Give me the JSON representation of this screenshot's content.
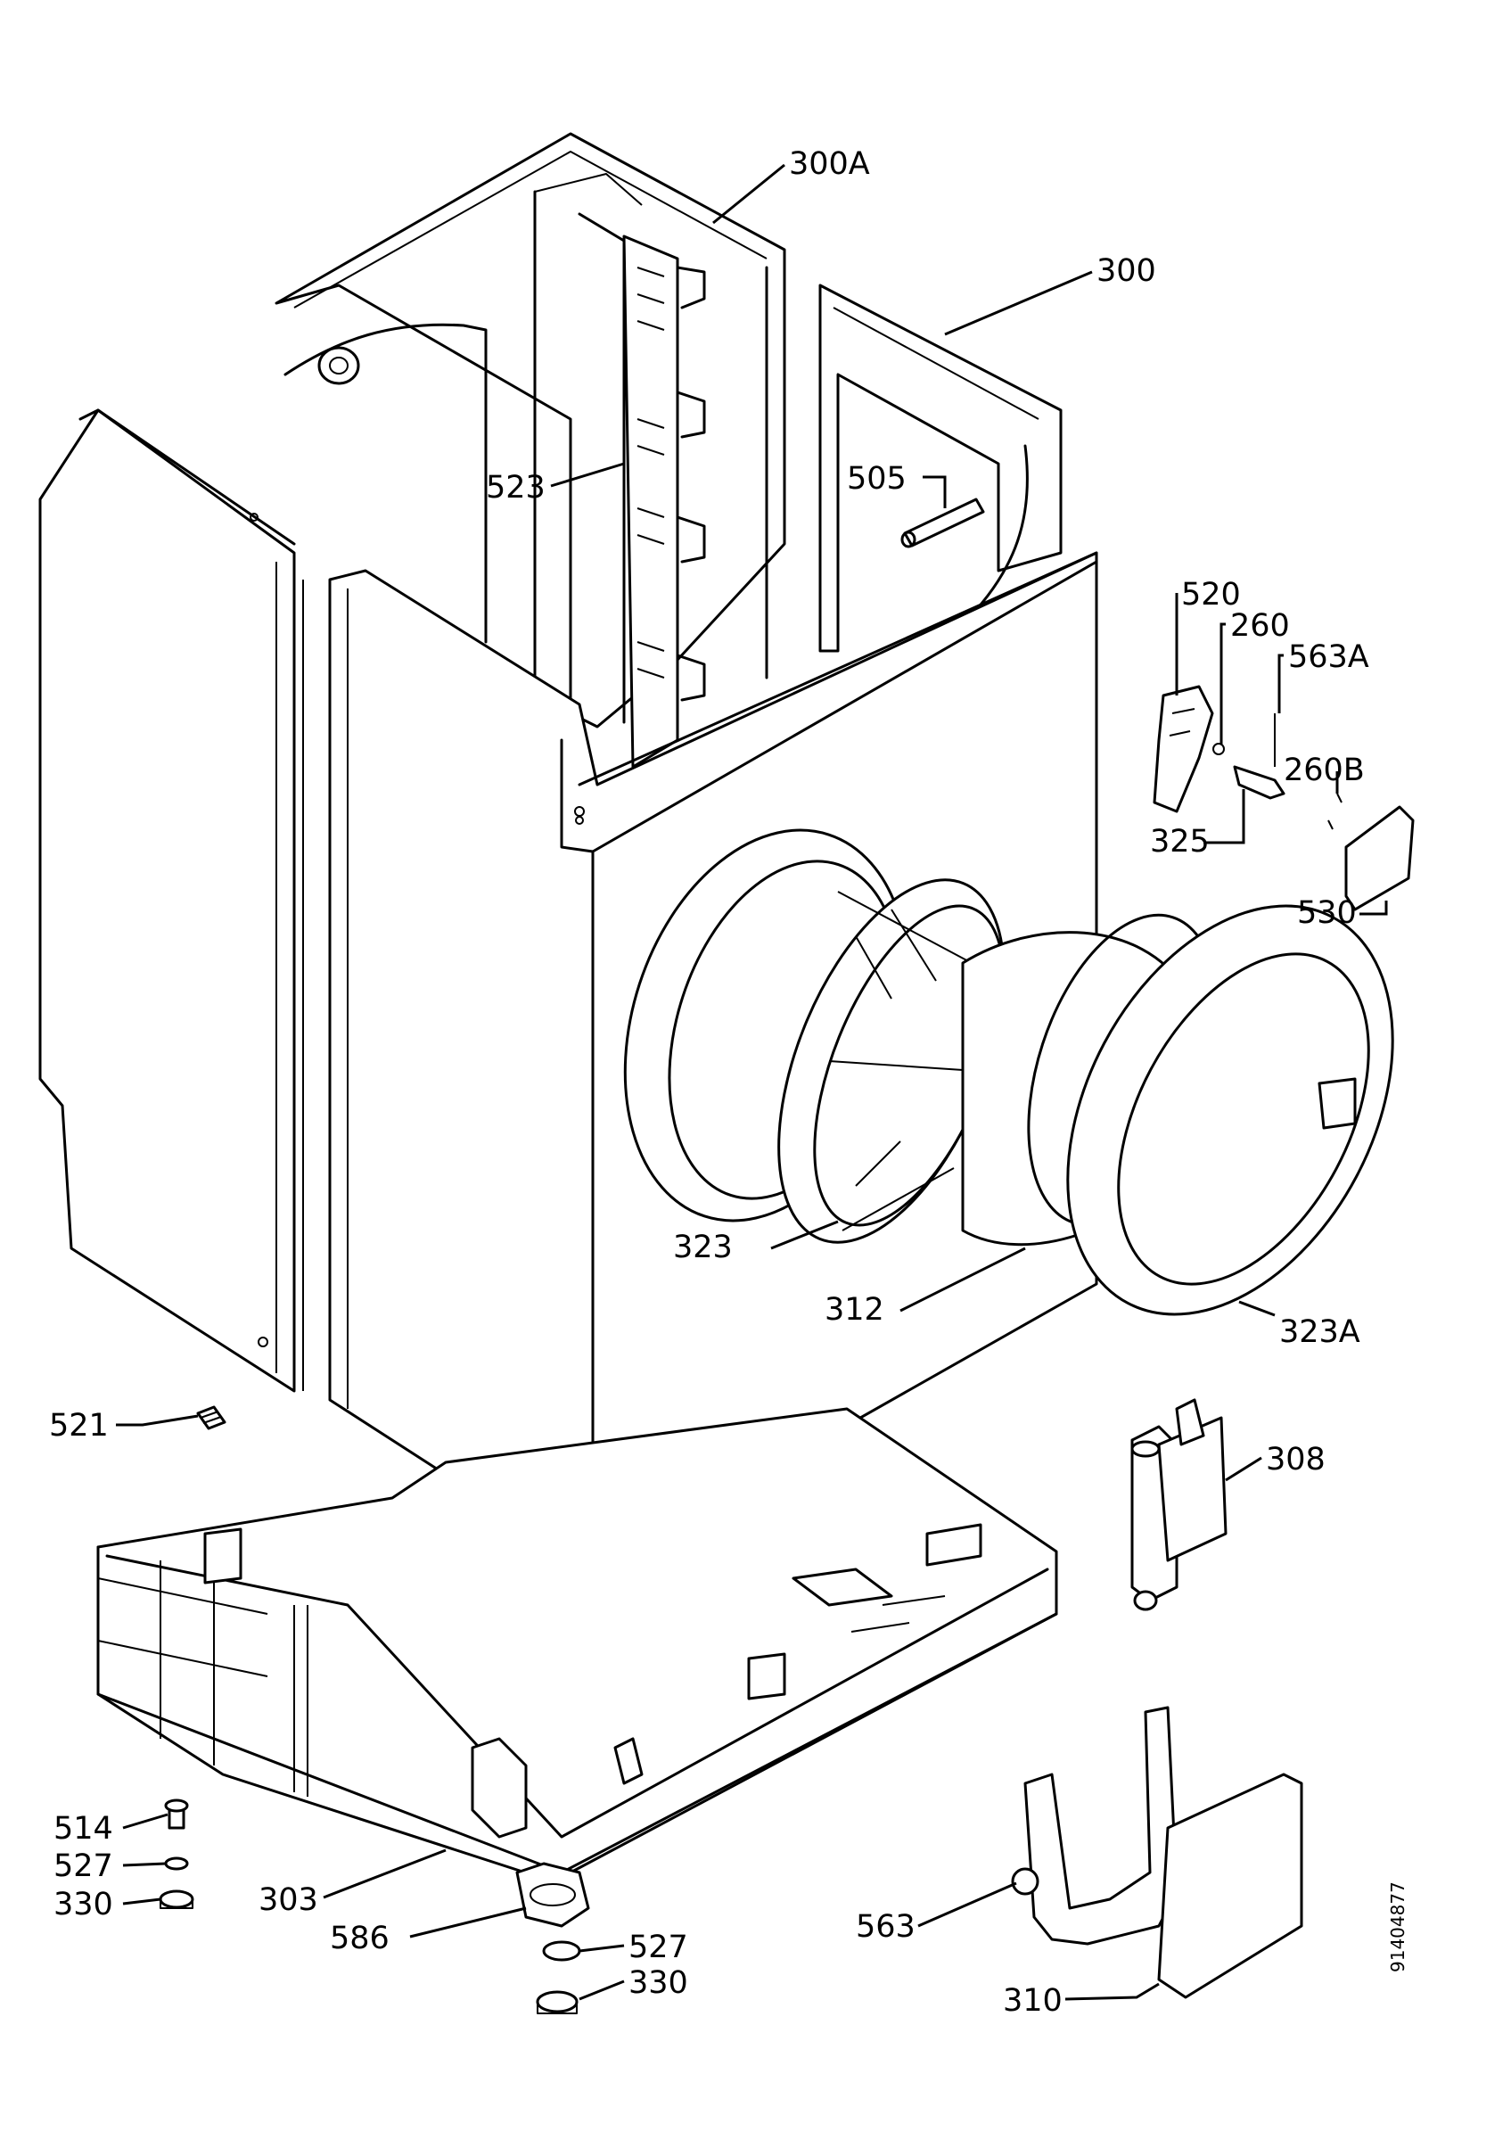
{
  "labels": {
    "l300a": "300A",
    "l300": "300",
    "l523": "523",
    "l505": "505",
    "l520": "520",
    "l260": "260",
    "l563a": "563A",
    "l260b": "260B",
    "l325": "325",
    "l530": "530",
    "l323": "323",
    "l312": "312",
    "l323a": "323A",
    "l521": "521",
    "l308": "308",
    "l514": "514",
    "l527a": "527",
    "l330a": "330",
    "l303": "303",
    "l586": "586",
    "l527b": "527",
    "l330b": "330",
    "l563": "563",
    "l310": "310"
  },
  "drawing_number": "91404877",
  "colors": {
    "line": "#000000",
    "background": "#ffffff"
  }
}
